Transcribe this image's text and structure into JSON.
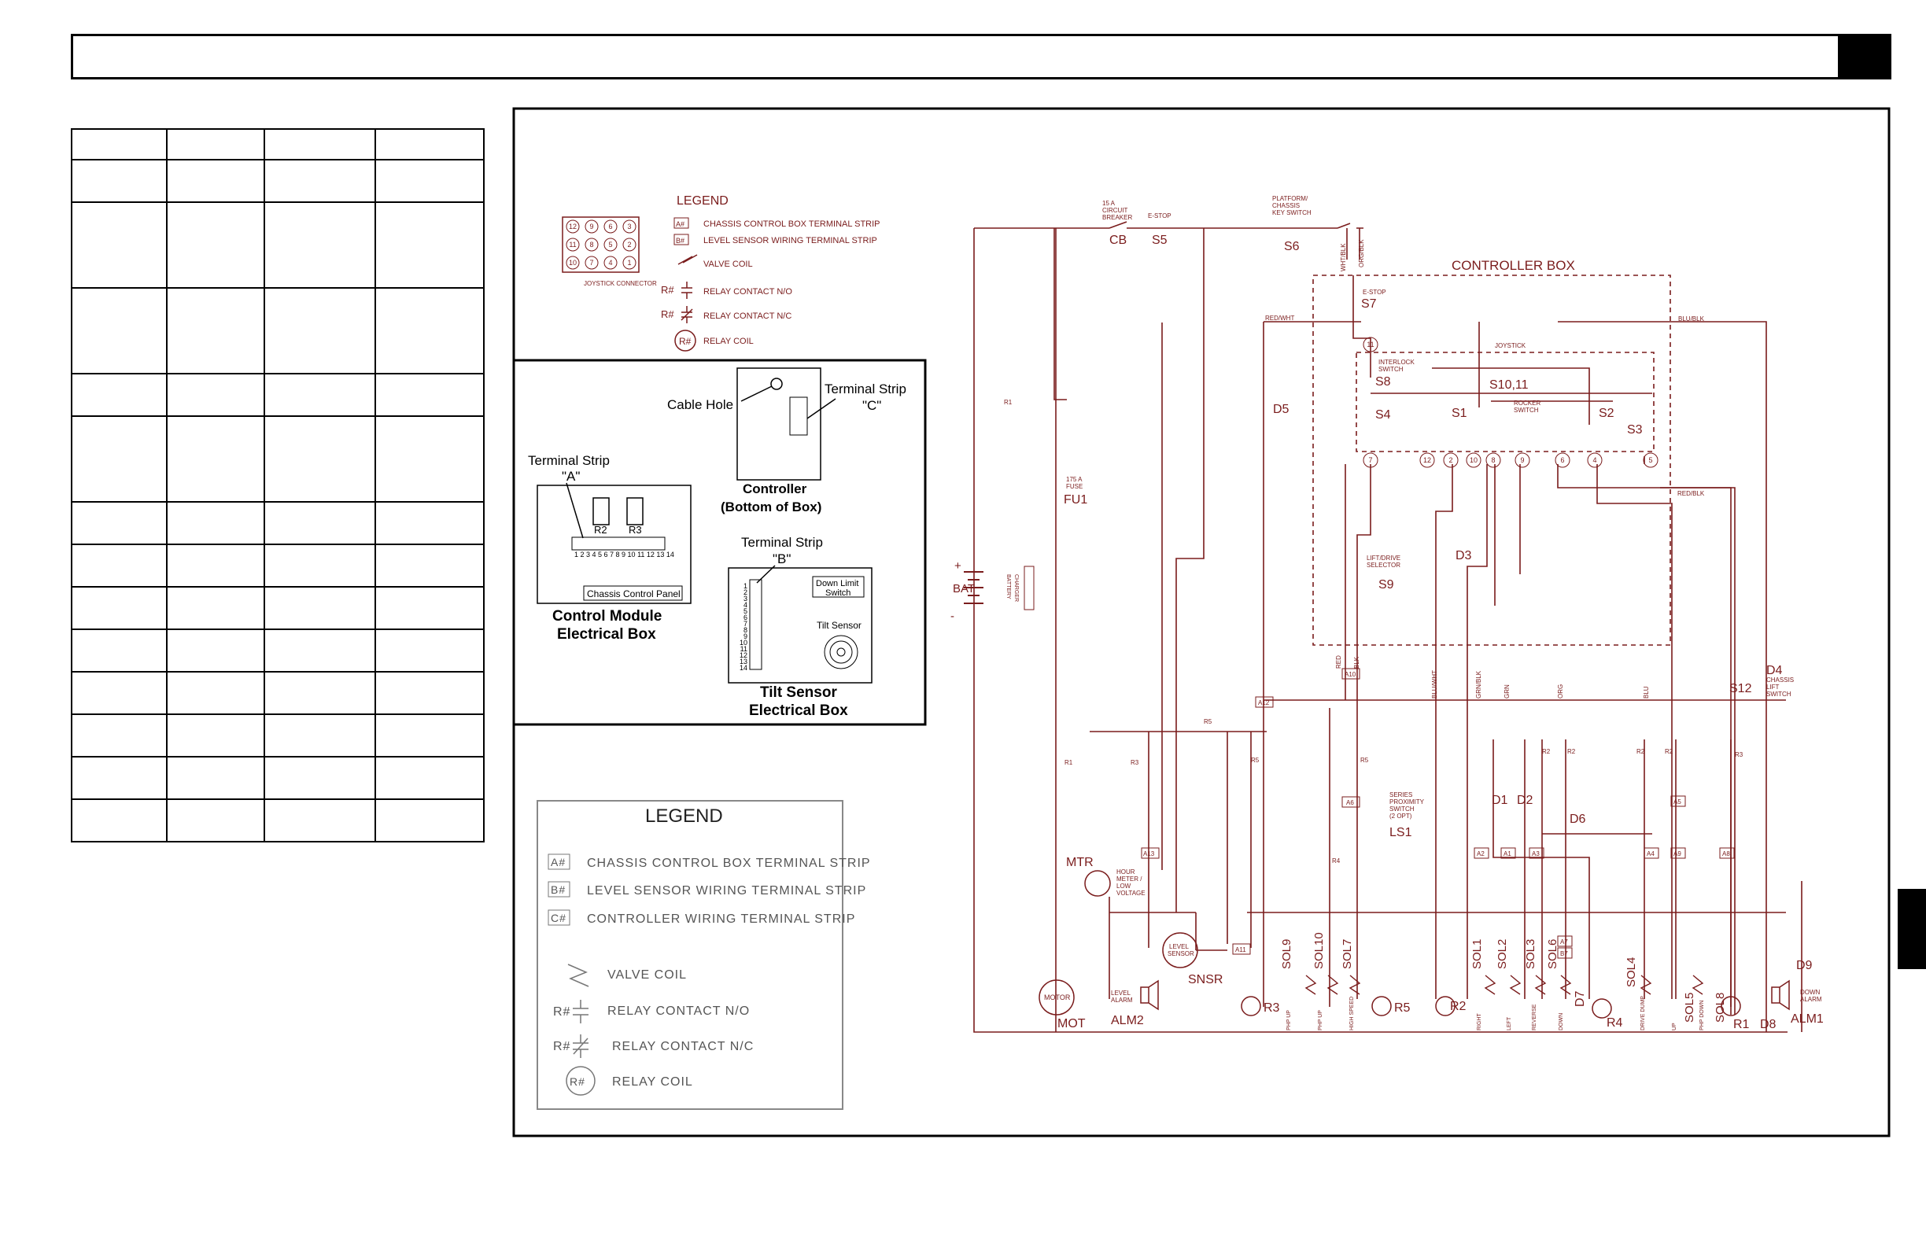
{
  "header": {
    "title": ""
  },
  "table_rows": [
    1,
    1,
    2,
    2,
    1,
    2,
    1,
    1,
    1,
    1,
    1,
    1,
    1,
    1
  ],
  "table_cols": 4,
  "legend_top": {
    "title": "LEGEND",
    "items": [
      "CHASSIS CONTROL BOX TERMINAL STRIP",
      "LEVEL SENSOR WIRING TERMINAL STRIP",
      "VALVE COIL",
      "RELAY CONTACT N/O",
      "RELAY CONTACT N/C",
      "RELAY COIL"
    ],
    "symbols": [
      "A#",
      "B#",
      "R#",
      "R#",
      "R#"
    ],
    "joystick_label": "JOYSTICK CONNECTOR",
    "joystick_pins": [
      "12",
      "9",
      "6",
      "3",
      "11",
      "8",
      "5",
      "2",
      "10",
      "7",
      "4",
      "1"
    ]
  },
  "legend_bottom": {
    "title": "LEGEND",
    "items": [
      "CHASSIS CONTROL BOX TERMINAL STRIP",
      "LEVEL SENSOR WIRING TERMINAL STRIP",
      "CONTROLLER WIRING TERMINAL STRIP",
      "VALVE COIL",
      "RELAY CONTACT N/O",
      "RELAY CONTACT N/C",
      "RELAY COIL"
    ],
    "symbols": [
      "A#",
      "B#",
      "C#",
      "R#",
      "R#",
      "R#"
    ]
  },
  "locator": {
    "cable_hole": "Cable Hole",
    "strip_c_1": "Terminal Strip",
    "strip_c_2": "\"C\"",
    "controller_1": "Controller",
    "controller_2": "(Bottom of Box)",
    "strip_a_1": "Terminal Strip",
    "strip_a_2": "\"A\"",
    "r2": "R2",
    "r3": "R3",
    "strip_a_numbers": "1 2 3 4 5 6 7 8 9 10 11 12 13 14",
    "chassis_panel": "Chassis Control Panel",
    "control_module_1": "Control Module",
    "control_module_2": "Electrical Box",
    "strip_b_1": "Terminal Strip",
    "strip_b_2": "\"B\"",
    "down_limit_1": "Down Limit",
    "down_limit_2": "Switch",
    "tilt_sensor": "Tilt Sensor",
    "tilt_box_1": "Tilt Sensor",
    "tilt_box_2": "Electrical Box",
    "strip_b_numbers": [
      "1",
      "2",
      "3",
      "4",
      "5",
      "6",
      "7",
      "8",
      "9",
      "10",
      "11",
      "12",
      "13",
      "14"
    ]
  },
  "schematic": {
    "controller_box": "CONTROLLER BOX",
    "joystick": "JOYSTICK",
    "cb_1": "15 A",
    "cb_2": "CIRCUIT",
    "cb_3": "BREAKER",
    "cb": "CB",
    "estop_top": "E-STOP",
    "s5": "S5",
    "keysw_1": "PLATFORM/",
    "keysw_2": "CHASSIS",
    "keysw_3": "KEY SWITCH",
    "s6": "S6",
    "wht_blk": "WHT/BLK",
    "org_blk": "ORG/BLK",
    "estop_box": "E-STOP",
    "s7": "S7",
    "red_wht": "RED/WHT",
    "blu_blk": "BLU/BLK",
    "red_blk": "RED/BLK",
    "interlock_1": "INTERLOCK",
    "interlock_2": "SWITCH",
    "s8": "S8",
    "s10_11": "S10,11",
    "rocker_1": "ROCKER",
    "rocker_2": "SWITCH",
    "s4": "S4",
    "s1": "S1",
    "s2": "S2",
    "s3": "S3",
    "d5": "D5",
    "d3": "D3",
    "liftdrive_1": "LIFT/DRIVE",
    "liftdrive_2": "SELECTOR",
    "s9": "S9",
    "circles": [
      "11",
      "7",
      "12",
      "2",
      "10",
      "8",
      "9",
      "6",
      "4",
      "5"
    ],
    "r1": "R1",
    "fuse_1": "175 A",
    "fuse_2": "FUSE",
    "fu1": "FU1",
    "bat": "BAT",
    "plus": "+",
    "minus": "-",
    "charger_1": "BATTERY",
    "charger_2": "CHARGER",
    "wire_red": "RED",
    "wire_blk": "BLK",
    "wire_bluwht": "BLU/WHT",
    "wire_grnblk": "GRN/BLK",
    "wire_grn": "GRN",
    "wire_org": "ORG",
    "wire_blu": "BLU",
    "a10": "A10",
    "a12": "A12",
    "a6": "A6",
    "a13": "A13",
    "a11": "A11",
    "a2": "A2",
    "a1": "A1",
    "a3": "A3",
    "a4": "A4",
    "a9": "A9",
    "a8": "A8",
    "a5": "A5",
    "a7": "A7",
    "b7": "B7",
    "r5": "R5",
    "r3": "R3",
    "r4": "R4",
    "r2": "R2",
    "s12": "S12",
    "d4": "D4",
    "chassis_lift_1": "CHASSIS",
    "chassis_lift_2": "LIFT",
    "chassis_lift_3": "SWITCH",
    "prox_1": "SERIES",
    "prox_2": "PROXIMITY",
    "prox_3": "SWITCH",
    "prox_4": "(2 OPT)",
    "ls1": "LS1",
    "d1": "D1",
    "d2": "D2",
    "d6": "D6",
    "d7": "D7",
    "d8": "D8",
    "d9": "D9",
    "mtr": "MTR",
    "hour_1": "HOUR",
    "hour_2": "METER /",
    "hour_3": "LOW",
    "hour_4": "VOLTAGE",
    "level_1": "LEVEL",
    "level_2": "SENSOR",
    "snsr": "SNSR",
    "motor": "MOTOR",
    "mot": "MOT",
    "alarm_1": "LEVEL",
    "alarm_2": "ALARM",
    "alm2": "ALM2",
    "down_alarm_1": "DOWN",
    "down_alarm_2": "ALARM",
    "alm1": "ALM1",
    "sol9": "SOL9",
    "sol10": "SOL10",
    "sol7": "SOL7",
    "sol1": "SOL1",
    "sol2": "SOL2",
    "sol3": "SOL3",
    "sol6": "SOL6",
    "sol4": "SOL4",
    "sol5": "SOL5",
    "sol8": "SOL8",
    "fn_php_up": "PHP UP",
    "fn_php_up2": "PHP UP",
    "fn_high": "HIGH SPEED",
    "fn_right": "RIGHT",
    "fn_left": "LEFT",
    "fn_reverse": "REVERSE",
    "fn_down": "DOWN",
    "fn_drive_dump": "DRIVE DUMP",
    "fn_up": "UP",
    "fn_php_down": "PHP DOWN"
  }
}
